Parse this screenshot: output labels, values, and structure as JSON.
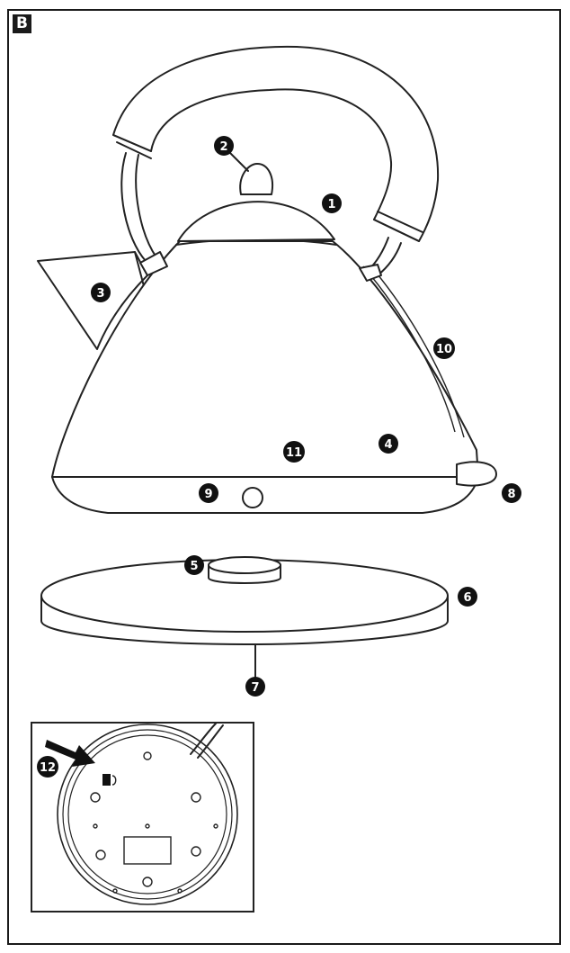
{
  "figure": {
    "panel_label": "B"
  },
  "callouts": [
    {
      "id": "c1",
      "label": "1"
    },
    {
      "id": "c2",
      "label": "2"
    },
    {
      "id": "c3",
      "label": "3"
    },
    {
      "id": "c4",
      "label": "4"
    },
    {
      "id": "c5",
      "label": "5"
    },
    {
      "id": "c6",
      "label": "6"
    },
    {
      "id": "c7",
      "label": "7"
    },
    {
      "id": "c8",
      "label": "8"
    },
    {
      "id": "c9",
      "label": "9"
    },
    {
      "id": "c10",
      "label": "10"
    },
    {
      "id": "c11",
      "label": "11"
    },
    {
      "id": "c12",
      "label": "12"
    }
  ]
}
